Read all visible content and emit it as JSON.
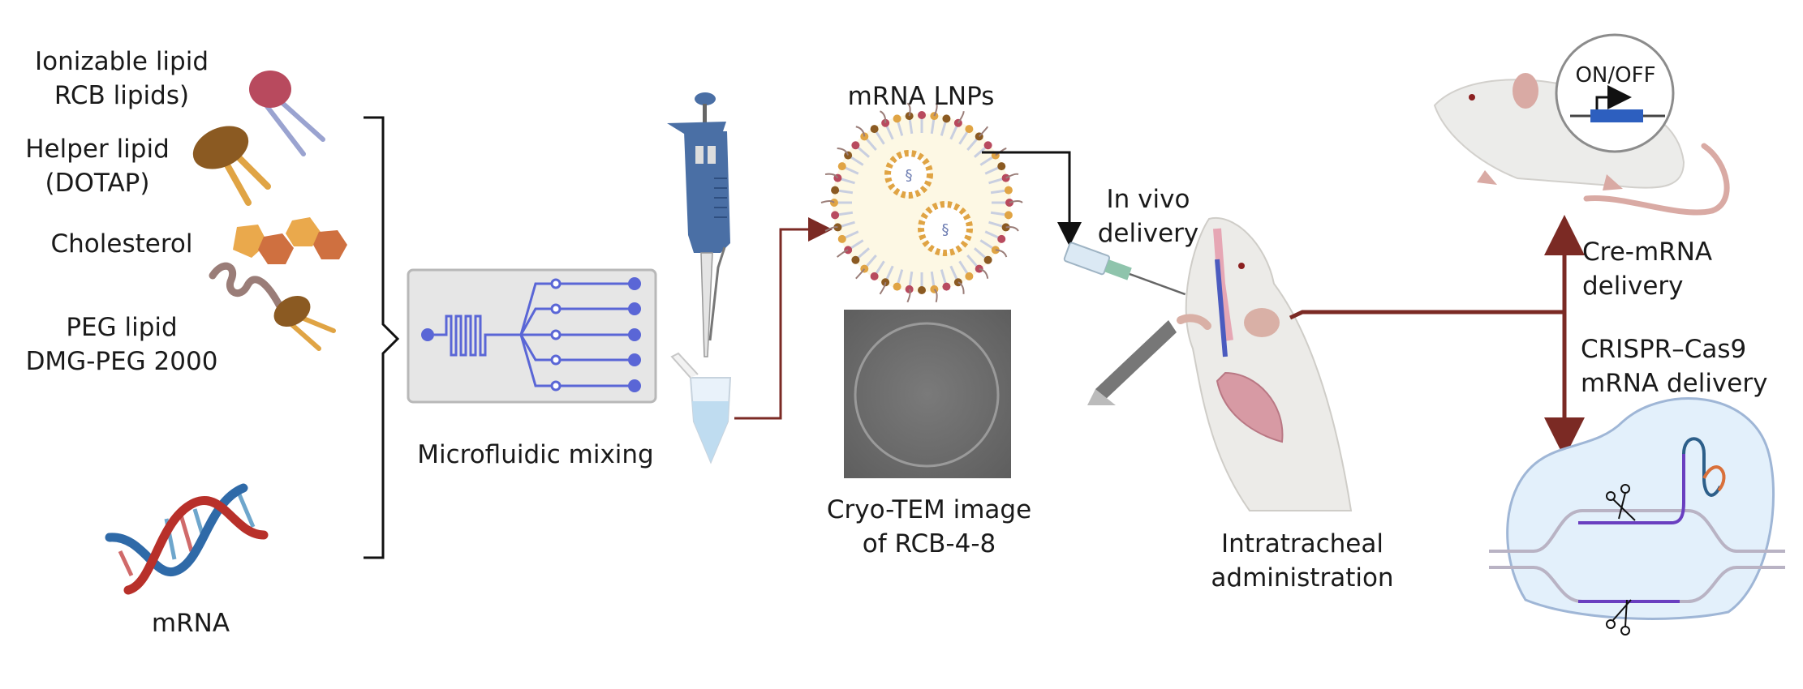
{
  "components": {
    "ionizable_lipid": {
      "line1": "Ionizable lipid",
      "line2": "RCB lipids)"
    },
    "helper_lipid": {
      "line1": "Helper lipid",
      "line2": "(DOTAP)"
    },
    "cholesterol": {
      "label": "Cholesterol"
    },
    "peg_lipid": {
      "line1": "PEG lipid",
      "line2": "DMG-PEG 2000"
    },
    "mrna": {
      "label": "mRNA"
    }
  },
  "steps": {
    "mixing": {
      "label": "Microfluidic mixing"
    },
    "lnp": {
      "label": "mRNA LNPs"
    },
    "cryo_tem": {
      "line1": "Cryo-TEM image",
      "line2": "of RCB-4-8"
    },
    "in_vivo": {
      "line1": "In vivo",
      "line2": "delivery"
    },
    "administration": {
      "line1": "Intratracheal",
      "line2": "administration"
    }
  },
  "outcomes": {
    "cre": {
      "line1": "Cre-mRNA",
      "line2": "delivery"
    },
    "crispr": {
      "line1": "CRISPR–Cas9",
      "line2": "mRNA delivery"
    },
    "switch": {
      "label": "ON/OFF"
    }
  },
  "colors": {
    "flow_arrow": "#7b2a24",
    "black_arrow": "#111111",
    "channel": "#5a66d6",
    "ionizable_head": "#b84a5e",
    "ionizable_tail": "#9aa3d0",
    "helper_head": "#8b5a22",
    "helper_tail": "#e0a444",
    "chol_light": "#eaa94c",
    "chol_dark": "#cf7040",
    "peg_chain": "#9a7d78",
    "dna_red": "#b8302a",
    "dna_blue": "#2f6aa8",
    "pipette": "#4a6fa5",
    "cell": "#d9ecf9",
    "mouse": "#eeeeec",
    "lung": "#d79aa4"
  }
}
